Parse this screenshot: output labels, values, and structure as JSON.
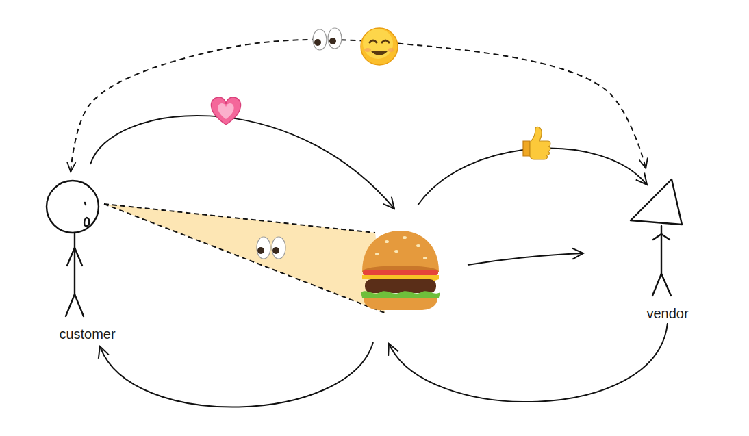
{
  "diagram": {
    "nodes": [
      {
        "text": [
          "customer"
        ]
      },
      {
        "text": [
          "vendor"
        ]
      }
    ],
    "edges": [
      {
        "from": 0,
        "to": 1,
        "arrow": "both"
      }
    ]
  }
}
